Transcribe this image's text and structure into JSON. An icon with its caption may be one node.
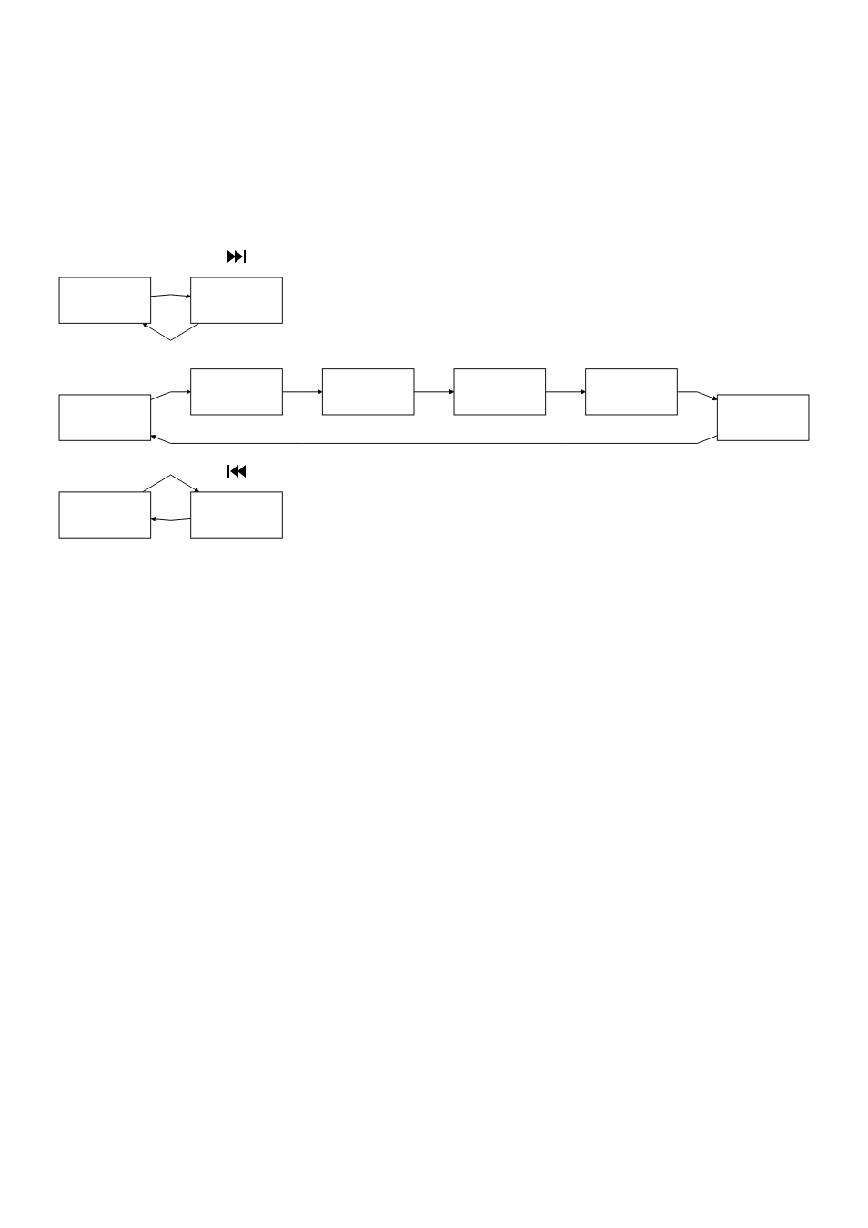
{
  "diagram": {
    "nodes": [
      {
        "text": [],
        "shape": "box"
      },
      {
        "text": [],
        "shape": "box"
      },
      {
        "text": [],
        "shape": "box"
      },
      {
        "text": [],
        "shape": "box"
      },
      {
        "text": [],
        "shape": "box"
      },
      {
        "text": [],
        "shape": "box"
      },
      {
        "text": [],
        "shape": "box"
      },
      {
        "text": [],
        "shape": "box"
      },
      {
        "text": [],
        "shape": "box"
      },
      {
        "text": [],
        "shape": "box"
      }
    ],
    "edges": [
      {
        "from": 0,
        "to": 1,
        "arrow": "to"
      },
      {
        "from": 1,
        "to": 0,
        "arrow": "to"
      },
      {
        "from": 2,
        "to": 3,
        "arrow": "to"
      },
      {
        "from": 3,
        "to": 4,
        "arrow": "to"
      },
      {
        "from": 4,
        "to": 7,
        "arrow": "to"
      },
      {
        "from": 7,
        "to": 6,
        "arrow": "to"
      },
      {
        "from": 6,
        "to": 5,
        "arrow": "to"
      },
      {
        "from": 5,
        "to": 2,
        "arrow": "to"
      },
      {
        "from": 8,
        "to": 9,
        "arrow": "to"
      },
      {
        "from": 9,
        "to": 8,
        "arrow": "to"
      }
    ]
  }
}
